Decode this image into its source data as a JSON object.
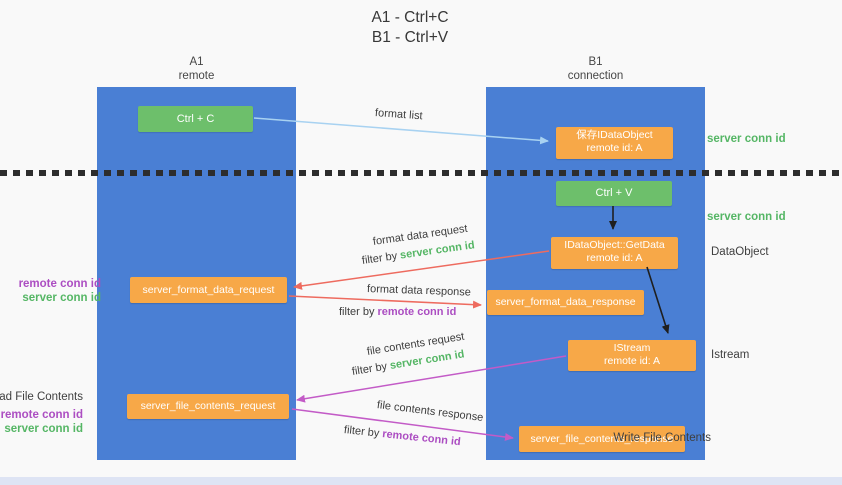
{
  "title": {
    "line1": "A1 - Ctrl+C",
    "line2": "B1 - Ctrl+V"
  },
  "lanes": {
    "a_id": "A1",
    "a_name": "remote",
    "b_id": "B1",
    "b_name": "connection"
  },
  "nodes": {
    "ctrl_c": "Ctrl + C",
    "save_obj": {
      "line1": "保存IDataObject",
      "line2": "remote id: A"
    },
    "ctrl_v": "Ctrl + V",
    "getdata": {
      "line1": "IDataObject::GetData",
      "line2": "remote id: A"
    },
    "format_request": "server_format_data_request",
    "format_response": "server_format_data_response",
    "istream": {
      "line1": "IStream",
      "line2": "remote id: A"
    },
    "file_request": "server_file_contents_request",
    "file_response": "server_file_contents_response"
  },
  "side": {
    "server_conn_top": "server conn id",
    "server_conn_mid": "server conn id",
    "dataobject": "DataObject",
    "istream": "Istream",
    "read_file": "Read File Contents",
    "write_file": "Write File Contents",
    "pair1": {
      "remote": "remote conn id",
      "server": "server conn id"
    },
    "pair2": {
      "remote": "remote conn id",
      "server": "server conn id"
    }
  },
  "arrows": {
    "format_list": "format list",
    "format_data_request": "format data request",
    "format_data_response": "format data response",
    "file_contents_request": "file contents request",
    "file_contents_response": "file contents response",
    "filter_by": "filter by",
    "server_conn_id": "server conn id",
    "remote_conn_id": "remote conn id"
  },
  "colors": {
    "lane_blue": "#4A7FD4",
    "node_orange": "#F7A848",
    "action_green": "#6DBF6B",
    "label_green": "#55B665",
    "label_purple": "#AC4EC2",
    "arrow_red": "#EE6B5F",
    "arrow_magenta": "#C35BC7",
    "arrow_light_blue": "#A8D2F1",
    "arrow_black": "#1F1F1F",
    "background": "#F9F9F9"
  }
}
